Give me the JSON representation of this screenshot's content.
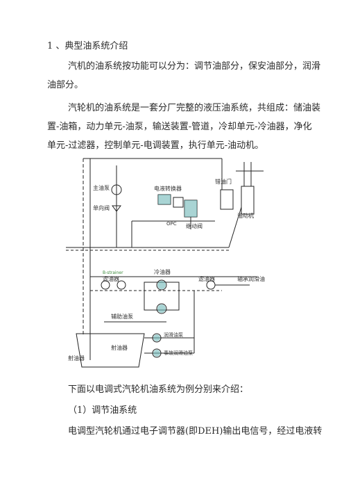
{
  "heading": "1 、典型油系统介绍",
  "para1_line1": "汽机的油系统按功能可以分为：调节油部分，保安油部分，润滑",
  "para1_line2": "油部分。",
  "para2_line1": "汽轮机的油系统是一套分厂完整的液压油系统，共组成：储油装",
  "para2_line2": "置-油箱，动力单元-油泵，输送装置-管道，冷却单元-冷油器，净化",
  "para2_line3": "单元-过滤器，控制单元-电调装置，执行单元-油动机。",
  "diagram": {
    "main_pump": "主油泵",
    "check_valve": "单向阀",
    "ehc": "电液转换器",
    "opc": "OPC",
    "relay": "继动阀",
    "servo": "油动机",
    "wrong": "错油门",
    "cooler": "冷油器",
    "filter_left": "滤油器",
    "filter_right": "滤油器",
    "bearing_oil": "轴承润滑油",
    "aux_pump": "辅助油泵",
    "ejector": "射油器",
    "filter_bottom": "射油器",
    "lube_pump": "润滑油泵",
    "emergency_pump": "事故润滑油泵",
    "green_note": "B-strainer"
  },
  "para3": "下面以电调式汽轮机油系统为例分别来介绍：",
  "sub_heading": "（1）调节油系统",
  "para4_line1": "电调型汽轮机通过电子调节器(即DEH)输出电信号，经过电液转"
}
